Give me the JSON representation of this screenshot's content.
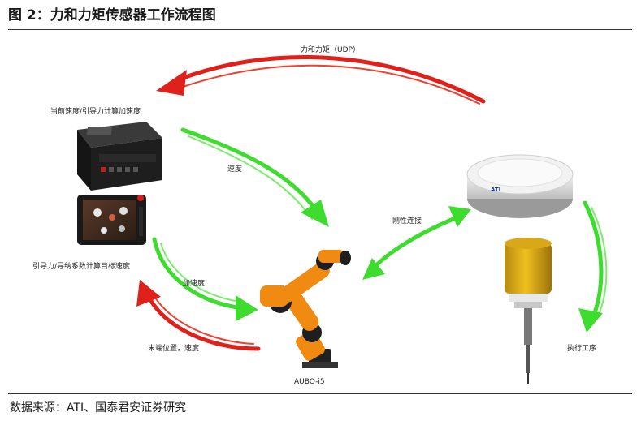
{
  "figure": {
    "title": "图 2：力和力矩传感器工作流程图",
    "source": "数据来源：ATI、国泰君安证券研究"
  },
  "labels": {
    "force_torque_udp": "力和力矩（UDP）",
    "current_speed_guide": "当前速度/引导力计算加速度",
    "speed": "速度",
    "rigid_connection": "刚性连接",
    "guide_force_target": "引导力/导纳系数计算目标速度",
    "acceleration": "加速度",
    "end_position_speed": "末端位置，速度",
    "robot_model": "AUBO-i5",
    "execute_process": "执行工序",
    "sensor_brand": "ATI"
  },
  "colors": {
    "red_arrow": "#e0201a",
    "green_arrow": "#3ddc2e",
    "robot_orange": "#f08a10",
    "controller_black": "#1e1e1e"
  }
}
